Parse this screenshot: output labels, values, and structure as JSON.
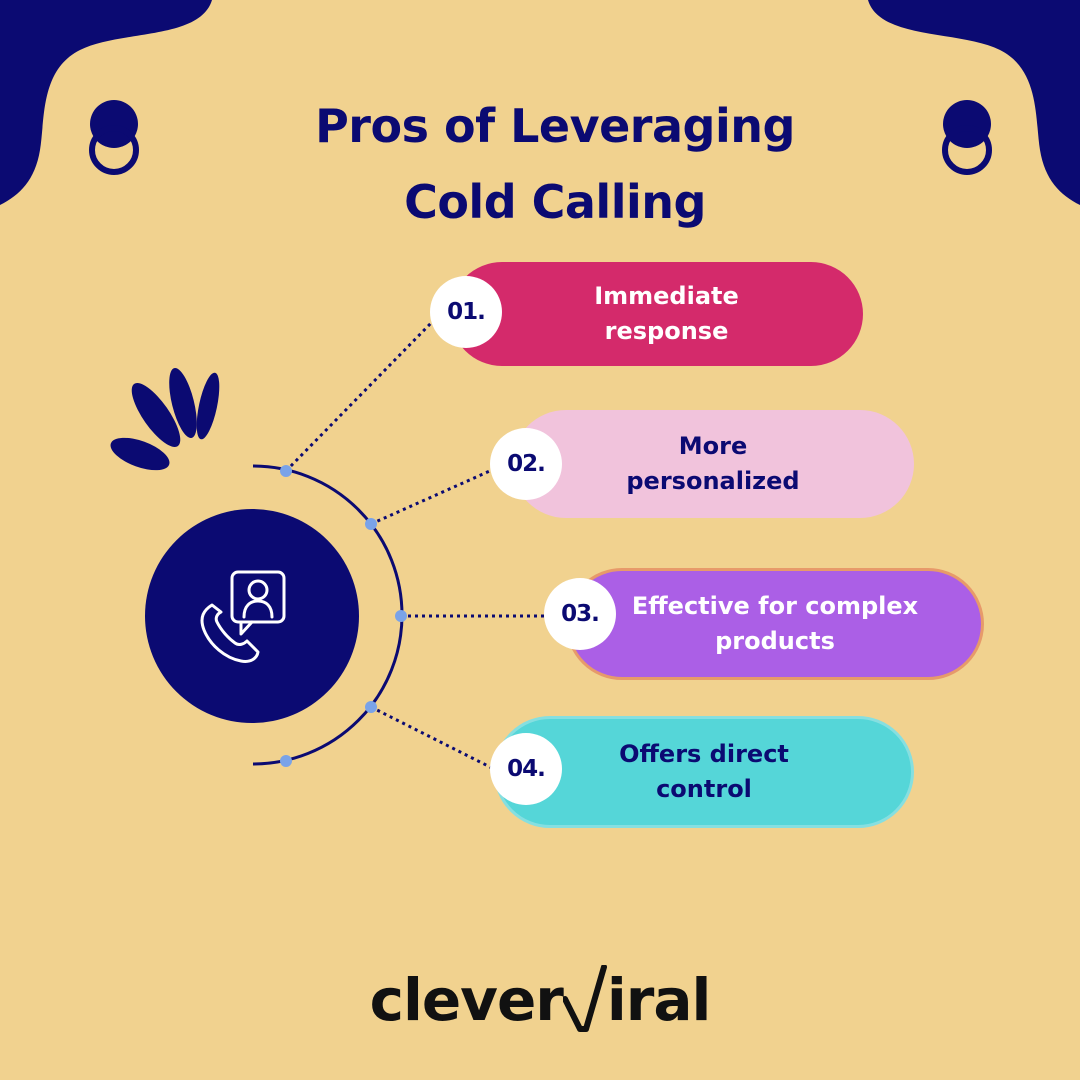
{
  "title": {
    "line1": "Pros of Leveraging",
    "line2": "Cold Calling"
  },
  "center_icon": "phone-with-person-chat-icon",
  "items": [
    {
      "number": "01.",
      "line1": "Immediate",
      "line2": "response",
      "color": "#d42a6b"
    },
    {
      "number": "02.",
      "line1": "More",
      "line2": "personalized",
      "color": "#f1c3dc"
    },
    {
      "number": "03.",
      "line1": "Effective for complex",
      "line2": "products",
      "color": "#ab5fe6"
    },
    {
      "number": "04.",
      "line1": "Offers direct",
      "line2": "control",
      "color": "#55d6d8"
    }
  ],
  "logo": {
    "part1": "clever",
    "part2": "iral",
    "brand": "cleverviral"
  },
  "colors": {
    "background": "#f1d28f",
    "navy": "#0b0a72",
    "dot": "#7aa3e8"
  }
}
